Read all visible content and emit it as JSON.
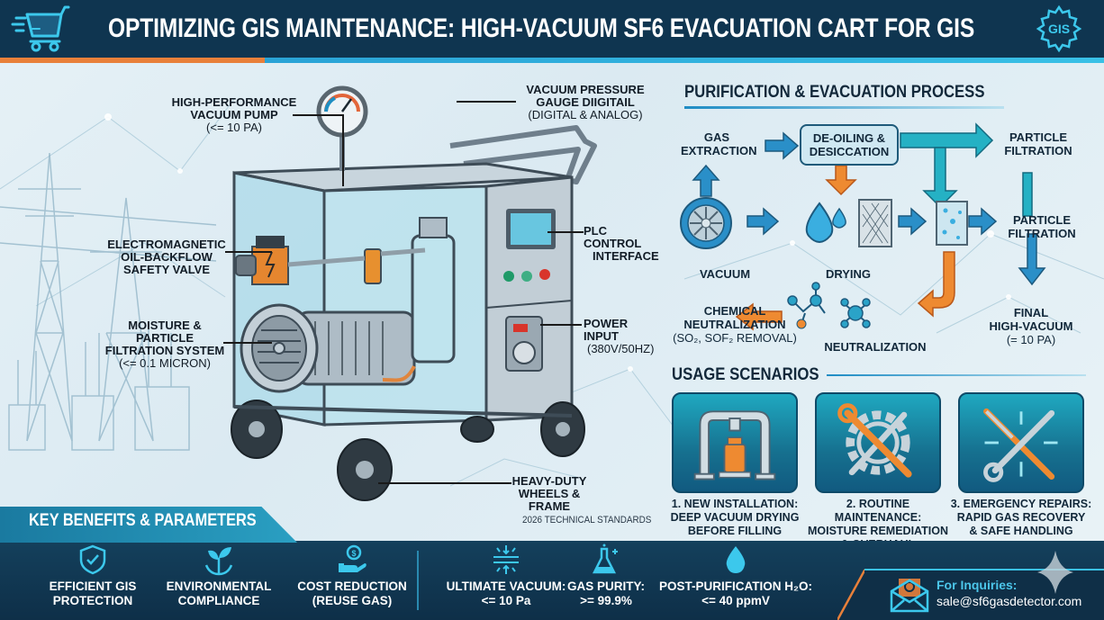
{
  "header": {
    "title": "OPTIMIZING GIS MAINTENANCE: HIGH-VACUUM SF6 EVACUATION CART FOR GIS",
    "left_icon": "shopping-cart-icon",
    "right_icon": "gear-icon",
    "right_icon_text": "GIS",
    "colors": {
      "background": "#0f3550",
      "accent_orange": "#e8803a",
      "accent_cyan": "#39c0e6"
    }
  },
  "callouts": {
    "vacuum_pump": {
      "title_line1": "HIGH-PERFORMANCE",
      "title_line2": "VACUUM PUMP",
      "detail": "(<= 10 PA)"
    },
    "gauge": {
      "title_line1": "VACUUM PRESSURE",
      "title_line2": "GAUGE DIIGITAIL",
      "detail": "(DIGITAL & ANALOG)"
    },
    "valve": {
      "line1": "ELECTROMAGNETIC",
      "line2": "OIL-BACKFLOW",
      "line3": "SAFETY VALVE"
    },
    "filtration": {
      "line1": "MOISTURE &",
      "line2": "PARTICLE",
      "line3": "FILTRATION SYSTEM",
      "detail": "(<= 0.1 MICRON)"
    },
    "plc": {
      "line1": "PLC CONTROL",
      "line2": "INTERFACE"
    },
    "power": {
      "title": "POWER INPUT",
      "detail": "(380V/50HZ)"
    },
    "wheels": {
      "line1": "HEAVY-DUTY",
      "line2": "WHEELS & FRAME"
    },
    "standards": "2026 TECHNICAL STANDARDS"
  },
  "process": {
    "title": "PURIFICATION & EVACUATION PROCESS",
    "gas_extraction": {
      "line1": "GAS",
      "line2": "EXTRACTION"
    },
    "deoiling": {
      "line1": "DE-OILING &",
      "line2": "DESICCATION"
    },
    "particle_top": {
      "line1": "PARTICLE",
      "line2": "FILTRATION"
    },
    "particle_mid": {
      "line1": "PARTICLE",
      "line2": "FILTRATION"
    },
    "vacuum": "VACUUM",
    "drying": "DRYING",
    "neutralization": "NEUTRALIZATION",
    "chemical": {
      "line1": "CHEMICAL",
      "line2": "NEUTRALIZATION",
      "detail": "(SO₂, SOF₂ REMOVAL)"
    },
    "final": {
      "line1": "FINAL",
      "line2": "HIGH-VACUUM",
      "detail": "(= 10 PA)"
    }
  },
  "usage": {
    "title": "USAGE SCENARIOS",
    "items": [
      {
        "icon": "pipe-installation-icon",
        "line1": "1. NEW INSTALLATION:",
        "line2": "DEEP VACUUM DRYING",
        "line3": "BEFORE FILLING"
      },
      {
        "icon": "wrench-gear-icon",
        "line1": "2. ROUTINE MAINTENANCE:",
        "line2": "MOISTURE REMEDIATION",
        "line3": "& OVERHAUL"
      },
      {
        "icon": "tools-repair-icon",
        "line1": "3. EMERGENCY REPAIRS:",
        "line2": "RAPID GAS RECOVERY",
        "line3": "& SAFE HANDLING"
      }
    ]
  },
  "benefits": {
    "title": "KEY BENEFITS & PARAMETERS",
    "items": [
      {
        "icon": "shield-check-icon",
        "line1": "EFFICIENT GIS",
        "line2": "PROTECTION"
      },
      {
        "icon": "leaf-sprout-icon",
        "line1": "ENVIRONMENTAL",
        "line2": "COMPLIANCE"
      },
      {
        "icon": "money-hand-icon",
        "line1": "COST REDUCTION",
        "line2": "(REUSE GAS)"
      }
    ],
    "parameters": [
      {
        "icon": "vacuum-compress-icon",
        "line1": "ULTIMATE VACUUM:",
        "line2": "<= 10 Pa"
      },
      {
        "icon": "flask-icon",
        "line1": "GAS PURITY:",
        "line2": ">= 99.9%"
      },
      {
        "icon": "water-drop-icon",
        "line1": "POST-PURIFICATION H₂O:",
        "line2": "<= 40 ppmV"
      }
    ]
  },
  "inquiry": {
    "icon": "envelope-icon",
    "title": "For Inquiries:",
    "email": "sale@sf6gasdetector.com"
  }
}
